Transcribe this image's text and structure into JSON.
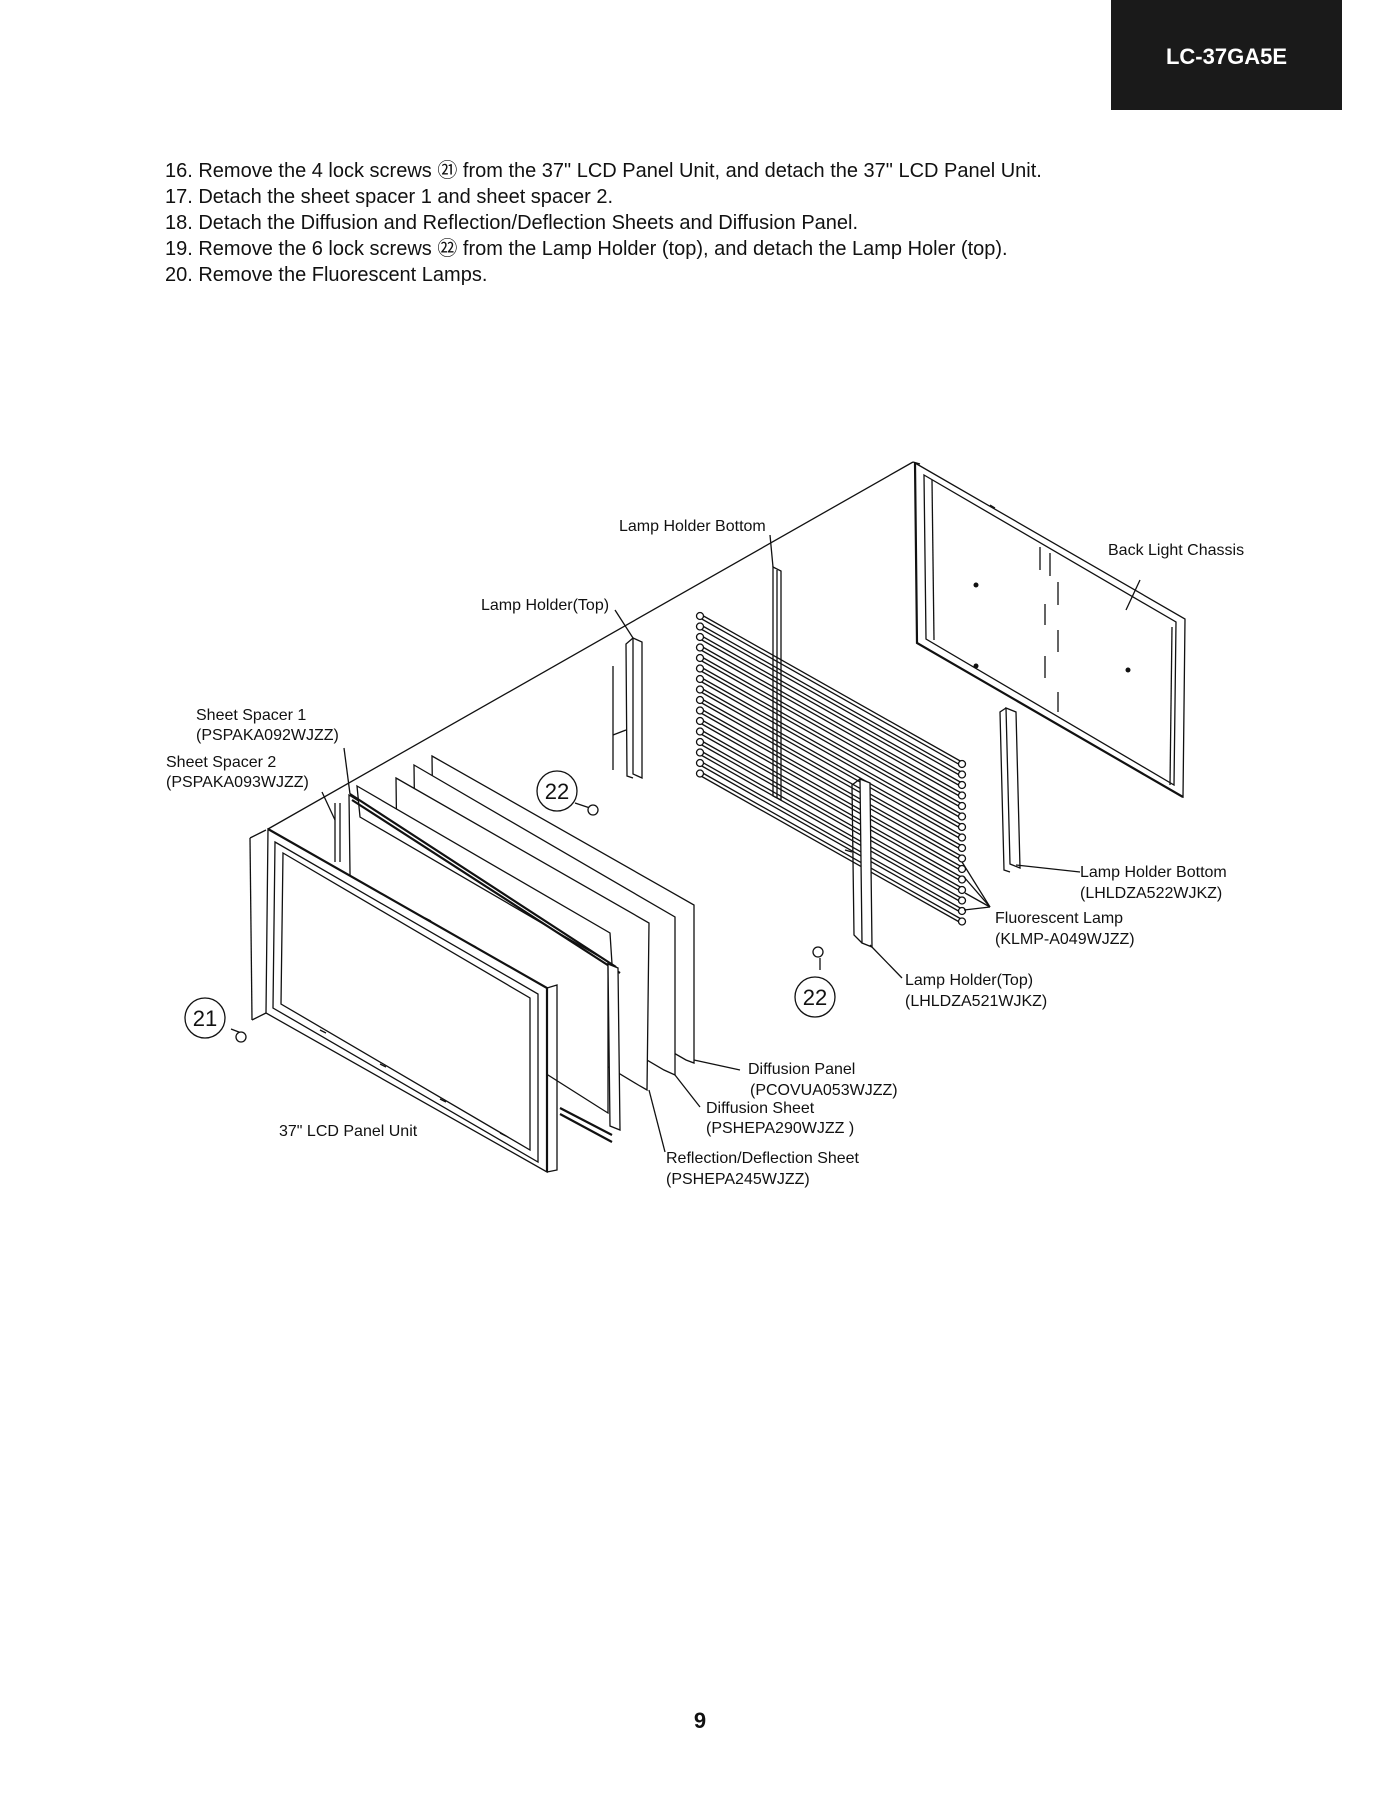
{
  "header": {
    "model": "LC-37GA5E"
  },
  "steps": [
    "16. Remove the 4 lock screws ㉑ from the 37\" LCD Panel Unit, and detach the 37\" LCD Panel Unit.",
    "17. Detach the sheet spacer 1 and sheet spacer 2.",
    "18. Detach the Diffusion and Reflection/Deflection Sheets and Diffusion Panel.",
    "19. Remove the 6 lock screws ㉒ from the Lamp Holder (top), and detach the Lamp Holer (top).",
    "20. Remove the Fluorescent Lamps."
  ],
  "diagram": {
    "labels": {
      "lamp_holder_bottom_top": "Lamp Holder Bottom",
      "back_light_chassis": "Back Light Chassis",
      "lamp_holder_top_top": "Lamp Holder(Top)",
      "sheet_spacer_1": "Sheet Spacer 1",
      "sheet_spacer_1_part": "(PSPAKA092WJZZ)",
      "sheet_spacer_2": "Sheet Spacer 2",
      "sheet_spacer_2_part": "(PSPAKA093WJZZ)",
      "lamp_holder_bottom": "Lamp Holder Bottom",
      "lamp_holder_bottom_part": "(LHLDZA522WJKZ)",
      "fluorescent_lamp": "Fluorescent Lamp",
      "fluorescent_lamp_part": "(KLMP-A049WJZZ)",
      "lamp_holder_top": "Lamp Holder(Top)",
      "lamp_holder_top_part": "(LHLDZA521WJKZ)",
      "diffusion_panel": "Diffusion Panel",
      "diffusion_panel_part": "(PCOVUA053WJZZ)",
      "diffusion_sheet": "Diffusion Sheet",
      "diffusion_sheet_part": "(PSHEPA290WJZZ )",
      "reflection_sheet": "Reflection/Deflection Sheet",
      "reflection_sheet_part": "(PSHEPA245WJZZ)",
      "lcd_panel_unit": "37\" LCD Panel Unit"
    },
    "callouts": {
      "screw_21": "21",
      "screw_22_a": "22",
      "screw_22_b": "22"
    }
  },
  "page_number": "9"
}
